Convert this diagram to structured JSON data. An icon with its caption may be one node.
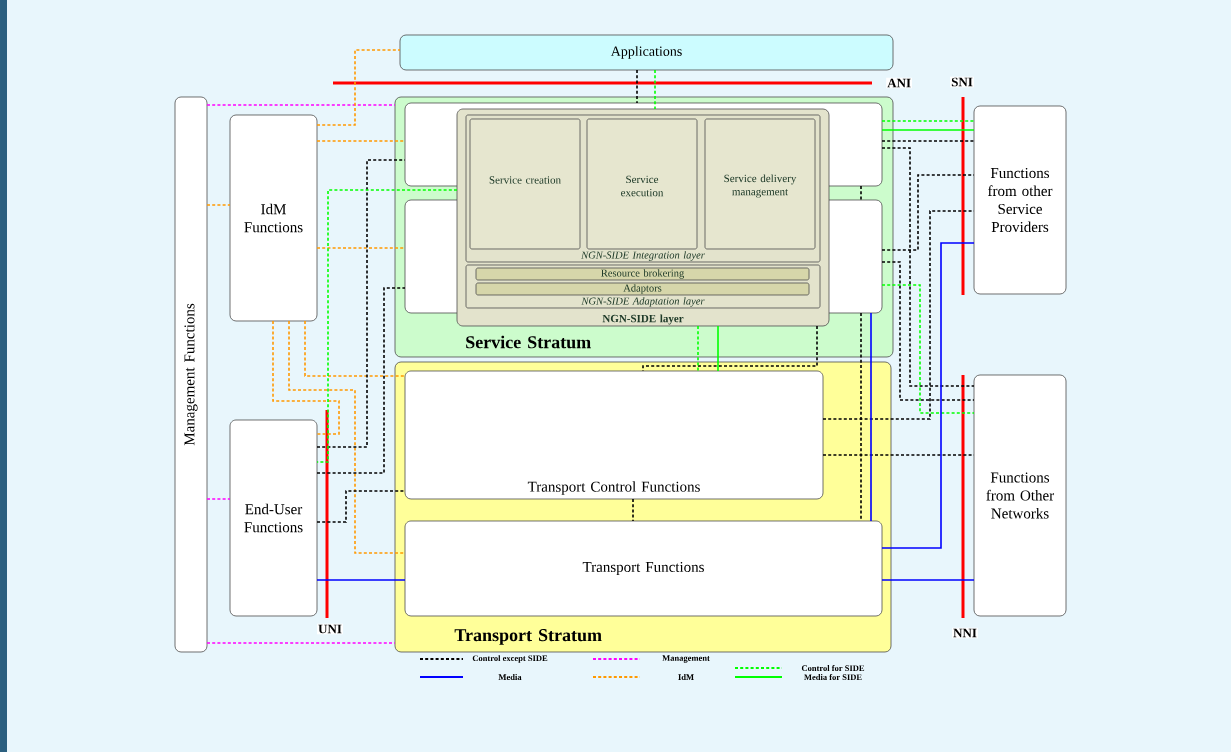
{
  "diagram": {
    "nodes": [
      {
        "text": [
          "Applications"
        ]
      },
      {
        "text": [
          "Management Functions"
        ]
      },
      {
        "text": [
          "IdM Functions"
        ]
      },
      {
        "text": [
          "End-User Functions"
        ]
      },
      {
        "text": [
          "Service Stratum"
        ]
      },
      {
        "text": [],
        "shape": "box",
        "in": 4
      },
      {
        "text": [],
        "shape": "box",
        "in": 4
      },
      {
        "text": [
          "NGN-SIDE layer"
        ],
        "in": 4
      },
      {
        "text": [
          "NGN-SIDE Integration layer"
        ],
        "in": 7
      },
      {
        "text": [
          "Service creation"
        ],
        "in": 8
      },
      {
        "text": [
          "Service execution"
        ],
        "in": 8
      },
      {
        "text": [
          "Service delivery management"
        ],
        "in": 8
      },
      {
        "text": [
          "NGN-SIDE Adaptation layer"
        ]
      },
      {
        "text": [
          "Resource brokering"
        ],
        "in": 12
      },
      {
        "text": [
          "Adaptors"
        ],
        "in": 12
      },
      {
        "text": [
          "Transport Stratum"
        ]
      },
      {
        "text": [
          "Transport Control Functions"
        ],
        "in": 15
      },
      {
        "text": [
          "Transport Functions"
        ],
        "in": 15
      },
      {
        "text": [
          "Functions from other Service Providers"
        ]
      },
      {
        "text": [
          "Functions from Other Networks"
        ]
      }
    ],
    "edges": [
      {
        "from": 1,
        "to": 4,
        "arrow": "none",
        "style": "dashed",
        "color": "#ff00ff"
      },
      {
        "from": 1,
        "to": 3,
        "arrow": "none",
        "style": "dashed",
        "color": "#ff00ff"
      },
      {
        "from": 1,
        "to": 15,
        "arrow": "none",
        "style": "dashed",
        "color": "#ff00ff"
      },
      {
        "from": 1,
        "to": 2,
        "arrow": "none",
        "style": "dashed",
        "color": "#ff9900"
      },
      {
        "from": 2,
        "to": 0,
        "arrow": "none",
        "style": "dashed",
        "color": "#ff9900"
      },
      {
        "from": 2,
        "to": 5,
        "arrow": "none",
        "style": "dashed",
        "color": "#ff9900"
      },
      {
        "from": 2,
        "to": 6,
        "arrow": "none",
        "style": "dashed",
        "color": "#ff9900"
      },
      {
        "from": 2,
        "to": 16,
        "arrow": "none",
        "style": "dashed",
        "color": "#ff9900"
      },
      {
        "from": 2,
        "to": 17,
        "arrow": "none",
        "style": "dashed",
        "color": "#ff9900"
      },
      {
        "from": 2,
        "to": 3,
        "arrow": "none",
        "style": "dashed",
        "color": "#ff9900"
      },
      {
        "from": 0,
        "to": 5,
        "arrow": "none",
        "style": "dashed"
      },
      {
        "from": 3,
        "to": 5,
        "arrow": "none",
        "style": "dashed"
      },
      {
        "from": 3,
        "to": 6,
        "arrow": "none",
        "style": "dashed"
      },
      {
        "from": 3,
        "to": 16,
        "arrow": "none",
        "style": "dashed"
      },
      {
        "from": 5,
        "to": 6,
        "arrow": "none",
        "style": "dashed"
      },
      {
        "from": 16,
        "to": 17,
        "arrow": "none",
        "style": "dashed"
      },
      {
        "from": 7,
        "to": 16,
        "arrow": "none",
        "style": "dashed"
      },
      {
        "from": 6,
        "to": 17,
        "arrow": "none",
        "style": "dashed"
      },
      {
        "from": 5,
        "to": 18,
        "arrow": "none",
        "style": "dashed"
      },
      {
        "from": 5,
        "to": 19,
        "arrow": "none",
        "style": "dashed"
      },
      {
        "from": 6,
        "to": 18,
        "arrow": "none",
        "style": "dashed"
      },
      {
        "from": 6,
        "to": 19,
        "arrow": "none",
        "style": "dashed"
      },
      {
        "from": 16,
        "to": 18,
        "arrow": "none",
        "style": "dashed"
      },
      {
        "from": 16,
        "to": 19,
        "arrow": "none",
        "style": "dashed"
      },
      {
        "from": 0,
        "to": 7,
        "arrow": "none",
        "style": "dashed",
        "color": "#00ff00"
      },
      {
        "from": 5,
        "to": 18,
        "arrow": "none",
        "style": "dashed",
        "color": "#00ff00"
      },
      {
        "from": 7,
        "to": 3,
        "arrow": "none",
        "style": "dashed",
        "color": "#00ff00"
      },
      {
        "from": 6,
        "to": 19,
        "arrow": "none",
        "style": "dashed",
        "color": "#00ff00"
      },
      {
        "from": 7,
        "to": 16,
        "arrow": "none",
        "style": "dashed",
        "color": "#00ff00"
      },
      {
        "from": 5,
        "to": 18,
        "arrow": "none",
        "color": "#00ff00"
      },
      {
        "from": 7,
        "to": 16,
        "arrow": "none",
        "color": "#00ff00"
      },
      {
        "from": 6,
        "to": 17,
        "arrow": "none",
        "color": "#0000ff"
      },
      {
        "from": 3,
        "to": 17,
        "arrow": "none",
        "color": "#0000ff"
      },
      {
        "from": 17,
        "to": 19,
        "arrow": "none",
        "color": "#0000ff"
      },
      {
        "from": 17,
        "to": 18,
        "arrow": "none",
        "color": "#0000ff"
      }
    ],
    "labels": [
      "ANI",
      "SNI",
      "UNI",
      "NNI"
    ],
    "legend": [
      {
        "text": "Control except SIDE"
      },
      {
        "text": "Management"
      },
      {
        "text": "Control for SIDE"
      },
      {
        "text": "Media"
      },
      {
        "text": "IdM"
      },
      {
        "text": "Media for SIDE"
      }
    ]
  }
}
